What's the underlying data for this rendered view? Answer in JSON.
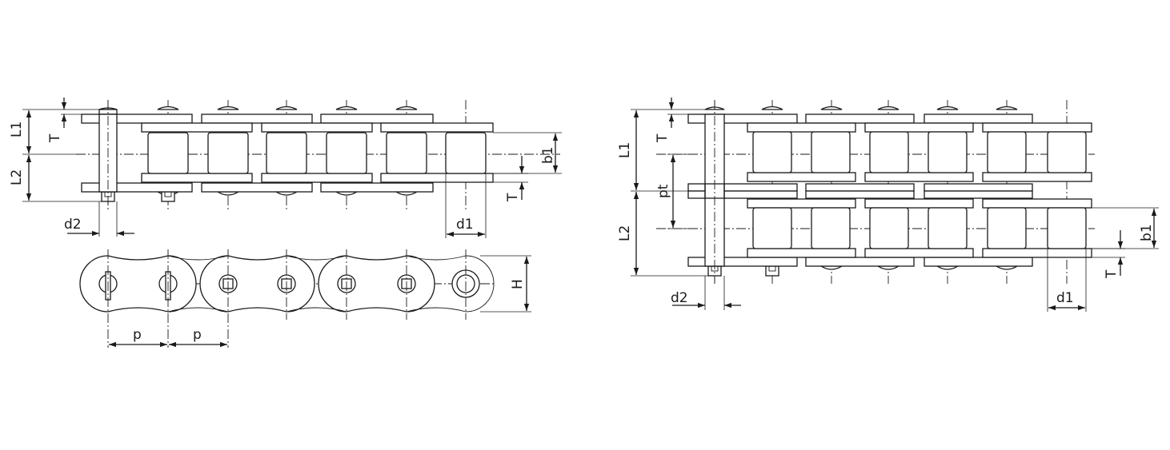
{
  "drawing": {
    "labels": {
      "L1": "L1",
      "L2": "L2",
      "T": "T",
      "b1": "b1",
      "d1": "d1",
      "d2": "d2",
      "p": "p",
      "H": "H",
      "pt": "pt"
    }
  },
  "colors": {
    "line": "#1a1a1a",
    "background": "#ffffff"
  }
}
